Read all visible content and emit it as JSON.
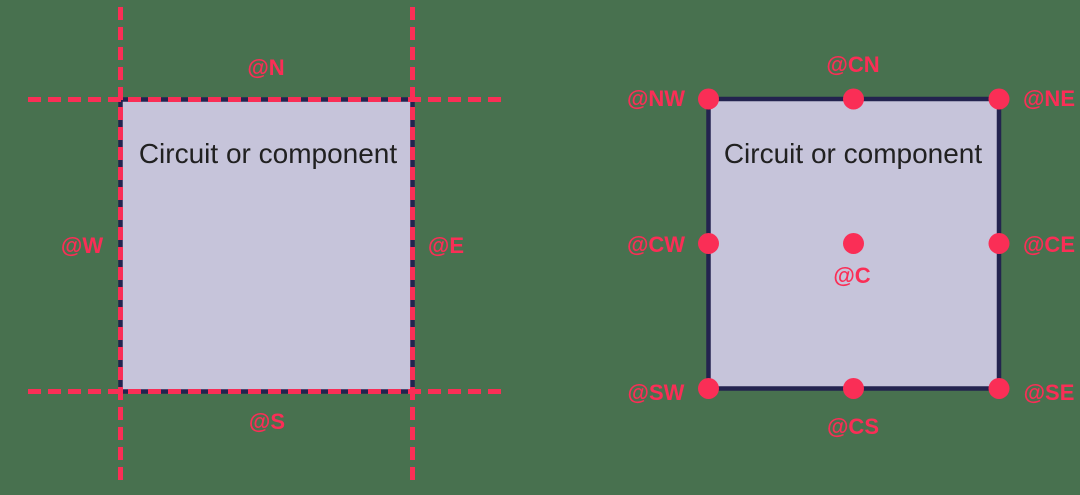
{
  "figure": {
    "description_colors": {
      "background_green": "#48714F",
      "accent_red": "#FA2E56",
      "border_navy": "#23234F",
      "box_lavender": "#C6C4DA",
      "text_dark": "#212121"
    }
  },
  "left_diagram": {
    "title": "Circuit or component",
    "anchor_labels": {
      "n": "@N",
      "s": "@S",
      "w": "@W",
      "e": "@E"
    }
  },
  "right_diagram": {
    "title": "Circuit or component",
    "anchor_labels": {
      "nw": "@NW",
      "cn": "@CN",
      "ne": "@NE",
      "cw": "@CW",
      "c": "@C",
      "ce": "@CE",
      "sw": "@SW",
      "cs": "@CS",
      "se": "@SE"
    }
  }
}
